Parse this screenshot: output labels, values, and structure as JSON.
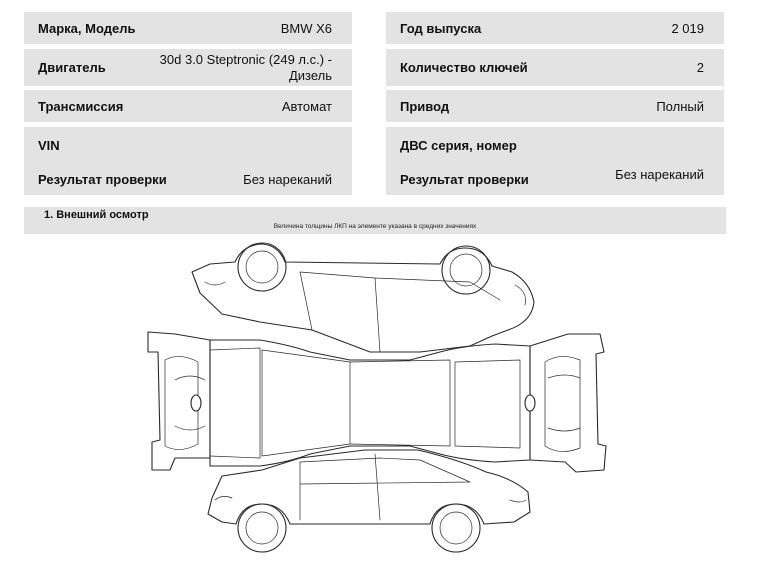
{
  "info": {
    "make_model": {
      "label": "Марка, Модель",
      "value": "BMW X6"
    },
    "year": {
      "label": "Год выпуска",
      "value": "2 019"
    },
    "engine": {
      "label": "Двигатель",
      "value_line1": "30d 3.0 Steptronic (249 л.с.) -",
      "value_line2": "Дизель"
    },
    "keys": {
      "label": "Количество ключей",
      "value": "2"
    },
    "transmission": {
      "label": "Трансмиссия",
      "value": "Автомат"
    },
    "drive": {
      "label": "Привод",
      "value": "Полный"
    },
    "vin": {
      "label": "VIN",
      "check_label": "Результат проверки",
      "check_value": "Без нареканий"
    },
    "ice": {
      "label": "ДВС серия, номер",
      "check_label": "Результат проверки",
      "check_value": "Без нареканий"
    }
  },
  "section": {
    "title": "1. Внешний осмотр",
    "note": "Величина толщины ЛКП на элементе указана в средних значениях"
  }
}
